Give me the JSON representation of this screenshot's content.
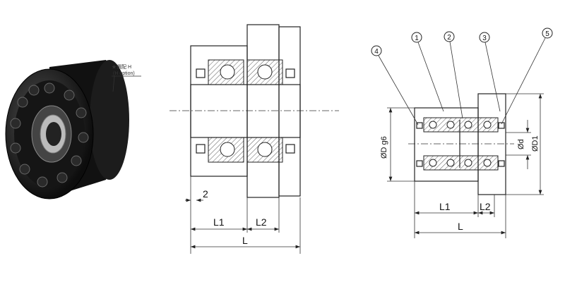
{
  "photo": {
    "option_label": "★選配 H",
    "option_sublabel": "(H option)"
  },
  "side_view": {
    "dim_gap": "2",
    "dim_L1": "L1",
    "dim_L2": "L2",
    "dim_L": "L"
  },
  "section_view": {
    "callouts": [
      "4",
      "1",
      "2",
      "3",
      "5"
    ],
    "dim_D": "ØD g6",
    "dim_d": "Ød",
    "dim_D1": "ØD1",
    "dim_L1": "L1",
    "dim_L2": "L2",
    "dim_L": "L"
  },
  "colors": {
    "line": "#222222",
    "product": "#1a1a1a"
  }
}
